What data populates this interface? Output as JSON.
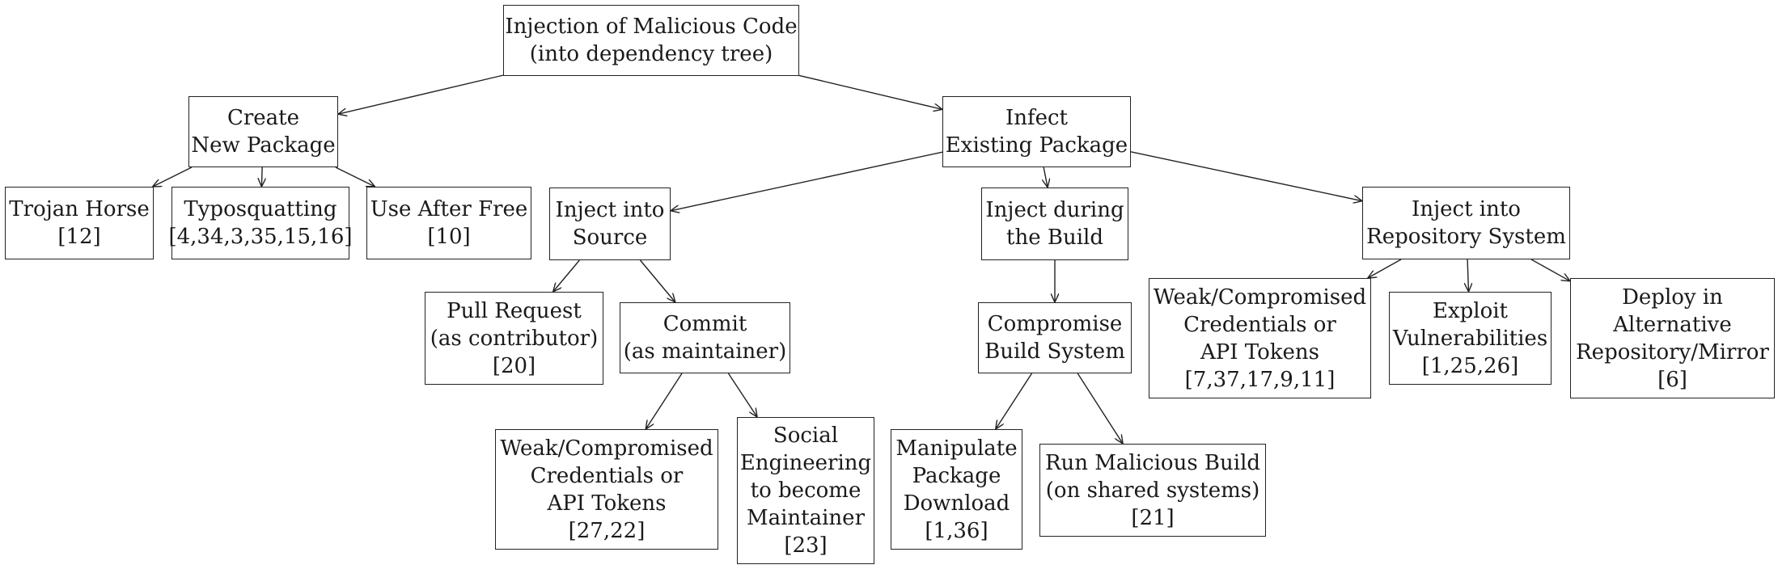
{
  "nodes": {
    "root": {
      "lines": [
        "Injection of Malicious Code",
        "(into dependency tree)"
      ]
    },
    "create_new_package": {
      "lines": [
        "Create",
        "New Package"
      ]
    },
    "infect_existing_package": {
      "lines": [
        "Infect",
        "Existing Package"
      ]
    },
    "trojan_horse": {
      "lines": [
        "Trojan Horse",
        "[12]"
      ]
    },
    "typosquatting": {
      "lines": [
        "Typosquatting",
        "[4,34,3,35,15,16]"
      ]
    },
    "use_after_free": {
      "lines": [
        "Use After Free",
        "[10]"
      ]
    },
    "inject_into_source": {
      "lines": [
        "Inject into",
        "Source"
      ]
    },
    "inject_during_build": {
      "lines": [
        "Inject during",
        "the Build"
      ]
    },
    "inject_into_repository": {
      "lines": [
        "Inject into",
        "Repository System"
      ]
    },
    "pull_request": {
      "lines": [
        "Pull Request",
        "(as contributor)",
        "[20]"
      ]
    },
    "commit": {
      "lines": [
        "Commit",
        "(as maintainer)"
      ]
    },
    "compromise_build_system": {
      "lines": [
        "Compromise",
        "Build System"
      ]
    },
    "repo_weak_credentials": {
      "lines": [
        "Weak/Compromised",
        "Credentials or",
        "API Tokens",
        "[7,37,17,9,11]"
      ]
    },
    "exploit_vulnerabilities": {
      "lines": [
        "Exploit",
        "Vulnerabilities",
        "[1,25,26]"
      ]
    },
    "deploy_alternative_repo": {
      "lines": [
        "Deploy in",
        "Alternative",
        "Repository/Mirror",
        "[6]"
      ]
    },
    "commit_weak_credentials": {
      "lines": [
        "Weak/Compromised",
        "Credentials or",
        "API Tokens",
        "[27,22]"
      ]
    },
    "social_engineering": {
      "lines": [
        "Social",
        "Engineering",
        "to become",
        "Maintainer",
        "[23]"
      ]
    },
    "manipulate_package_download": {
      "lines": [
        "Manipulate",
        "Package",
        "Download",
        "[1,36]"
      ]
    },
    "run_malicious_build": {
      "lines": [
        "Run Malicious Build",
        "(on shared systems)",
        "[21]"
      ]
    }
  },
  "edges": [
    [
      "root",
      "create_new_package"
    ],
    [
      "root",
      "infect_existing_package"
    ],
    [
      "create_new_package",
      "trojan_horse"
    ],
    [
      "create_new_package",
      "typosquatting"
    ],
    [
      "create_new_package",
      "use_after_free"
    ],
    [
      "infect_existing_package",
      "inject_into_source"
    ],
    [
      "infect_existing_package",
      "inject_during_build"
    ],
    [
      "infect_existing_package",
      "inject_into_repository"
    ],
    [
      "inject_into_source",
      "pull_request"
    ],
    [
      "inject_into_source",
      "commit"
    ],
    [
      "commit",
      "commit_weak_credentials"
    ],
    [
      "commit",
      "social_engineering"
    ],
    [
      "inject_during_build",
      "compromise_build_system"
    ],
    [
      "compromise_build_system",
      "manipulate_package_download"
    ],
    [
      "compromise_build_system",
      "run_malicious_build"
    ],
    [
      "inject_into_repository",
      "repo_weak_credentials"
    ],
    [
      "inject_into_repository",
      "exploit_vulnerabilities"
    ],
    [
      "inject_into_repository",
      "deploy_alternative_repo"
    ]
  ]
}
